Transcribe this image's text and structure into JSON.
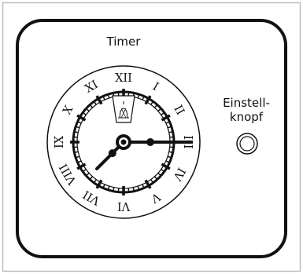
{
  "title": "Timer",
  "knob_label_line1": "Einstell-",
  "knob_label_line2": "knopf",
  "numerals": [
    "XII",
    "I",
    "II",
    "III",
    "IV",
    "V",
    "VI",
    "VII",
    "VIII",
    "IX",
    "X",
    "XI"
  ],
  "time": {
    "hour": 7.5,
    "minute": 15
  },
  "colors": {
    "ink": "#111111",
    "frame": "#bdbdbd",
    "background": "#ffffff"
  },
  "icons": {
    "knob": "circle-knob-icon",
    "alarm_window": "bell-window-icon"
  }
}
